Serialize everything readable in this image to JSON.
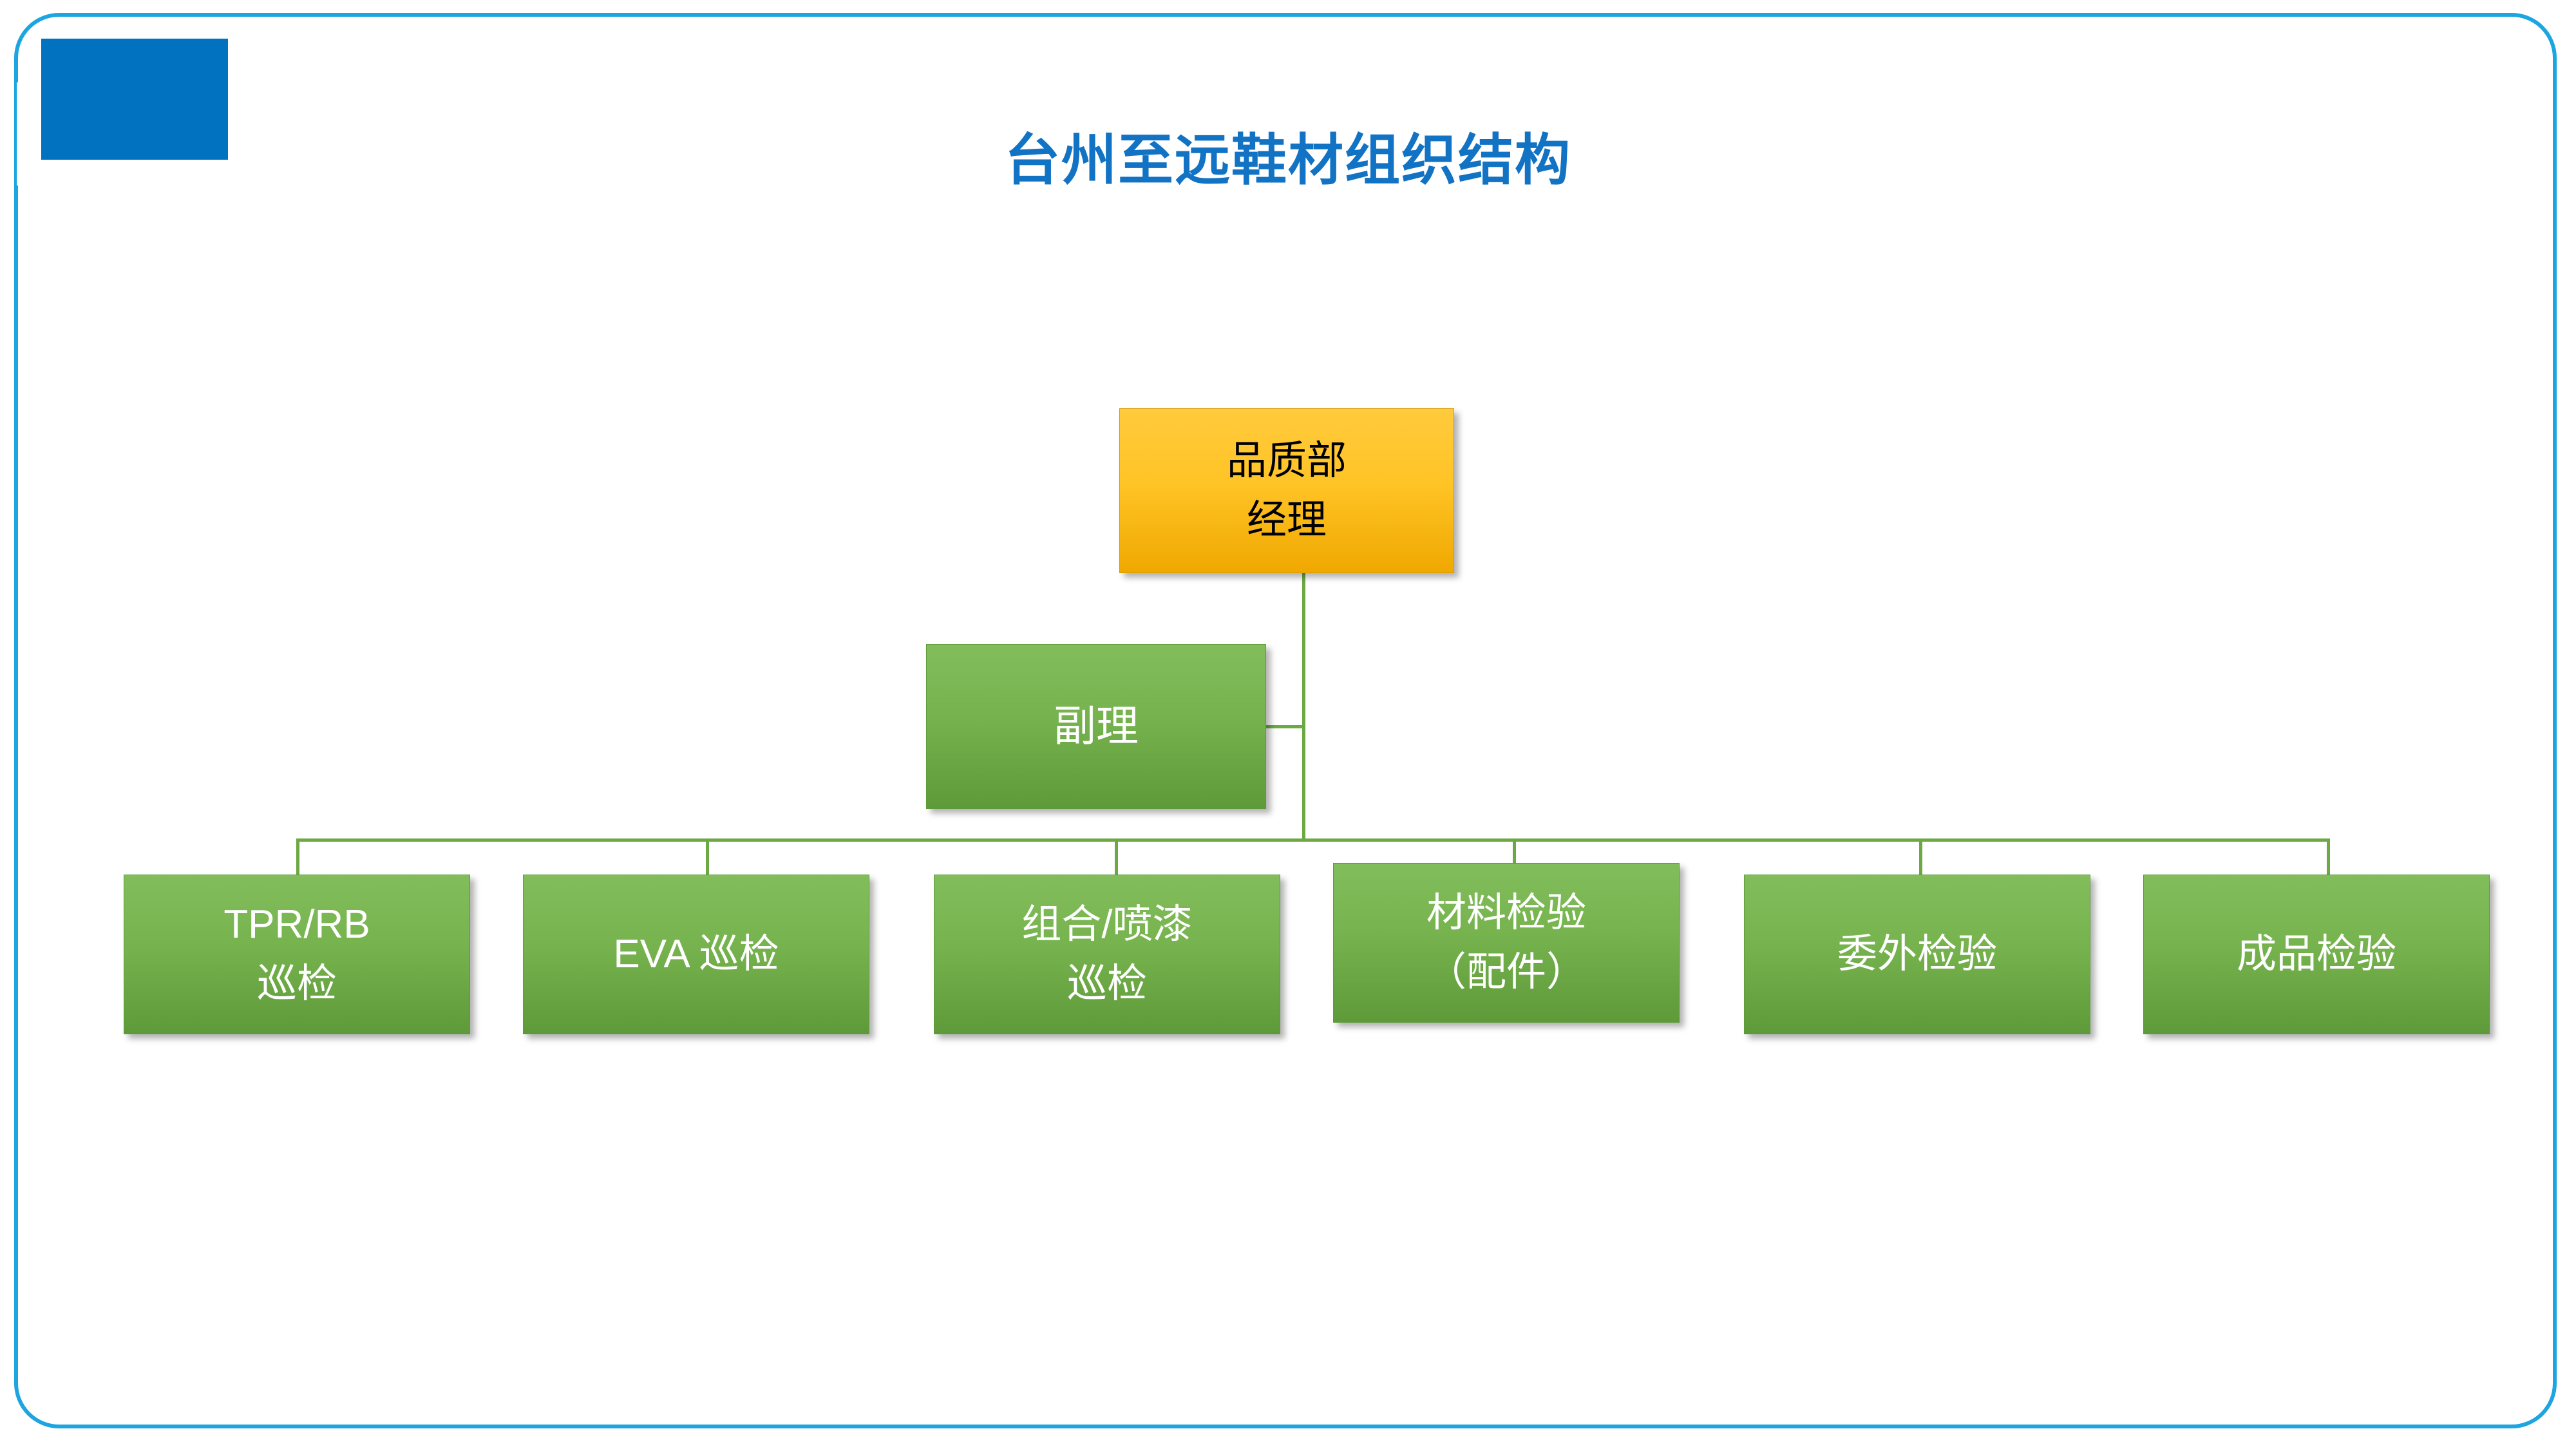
{
  "slide": {
    "title": "台州至远鞋材组织结构",
    "title_color": "#1273C4",
    "accent_block_color": "#0072C0",
    "frame_border_color": "#1CA5E0",
    "background_color": "#FFFFFF"
  },
  "chart_data": {
    "type": "org-chart",
    "title": "台州至远鞋材组织结构",
    "connector_color": "#6CA944",
    "nodes": [
      {
        "id": "root",
        "level": 0,
        "lines": [
          "品质部",
          "经理"
        ],
        "fill": "#FFC426",
        "text_color": "#000000",
        "parent": null
      },
      {
        "id": "deputy",
        "level": 1,
        "lines": [
          "副理"
        ],
        "fill": "#76B34E",
        "text_color": "#FFFFFF",
        "parent": "root"
      },
      {
        "id": "tpr-rb",
        "level": 2,
        "lines": [
          "TPR/RB",
          "巡检"
        ],
        "fill": "#76B34E",
        "text_color": "#FFFFFF",
        "parent": "root"
      },
      {
        "id": "eva",
        "level": 2,
        "lines": [
          "EVA 巡检"
        ],
        "fill": "#76B34E",
        "text_color": "#FFFFFF",
        "parent": "root"
      },
      {
        "id": "assembly-paint",
        "level": 2,
        "lines": [
          "组合/喷漆",
          "巡检"
        ],
        "fill": "#76B34E",
        "text_color": "#FFFFFF",
        "parent": "root"
      },
      {
        "id": "material-inspection",
        "level": 2,
        "lines": [
          "材料检验",
          "（配件）"
        ],
        "fill": "#76B34E",
        "text_color": "#FFFFFF",
        "parent": "root"
      },
      {
        "id": "outsourced-inspection",
        "level": 2,
        "lines": [
          "委外检验"
        ],
        "fill": "#76B34E",
        "text_color": "#FFFFFF",
        "parent": "root"
      },
      {
        "id": "finished-goods-inspection",
        "level": 2,
        "lines": [
          "成品检验"
        ],
        "fill": "#76B34E",
        "text_color": "#FFFFFF",
        "parent": "root"
      }
    ]
  }
}
